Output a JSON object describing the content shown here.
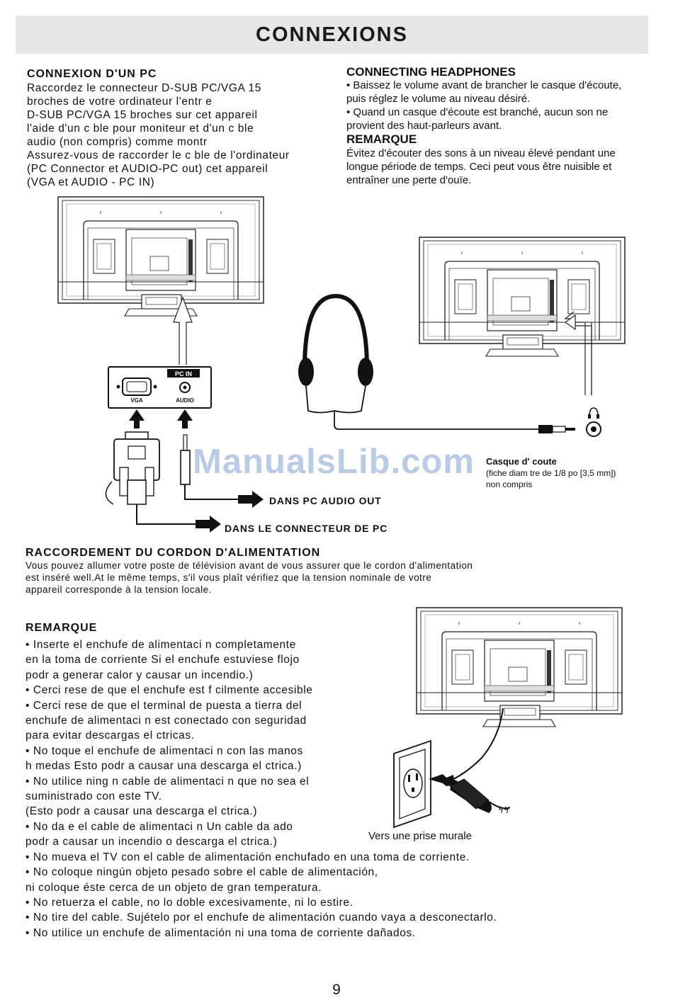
{
  "page": {
    "title": "CONNEXIONS",
    "page_number": "9"
  },
  "pc_connection": {
    "title": "CONNEXION D'UN PC",
    "lines": [
      "Raccordez le connecteur D-SUB PC/VGA 15",
      "broches de votre ordinateur l'entr e",
      "D-SUB PC/VGA 15 broches sur cet appareil",
      "l'aide d'un c ble pour moniteur et d'un c ble",
      "audio (non compris) comme montr",
      "Assurez-vous de raccorder le c ble de l'ordinateur",
      "(PC Connector et AUDIO-PC out) cet appareil",
      "(VGA et AUDIO - PC IN)"
    ],
    "panel_label": "PC IN",
    "vga_label": "VGA",
    "audio_label": "AUDIO",
    "callout_audio": "DANS PC AUDIO OUT",
    "callout_pc": "DANS LE CONNECTEUR DE PC"
  },
  "headphones": {
    "title": "CONNECTING HEADPHONES",
    "lines": [
      "• Baissez le volume avant de brancher le casque d'écoute,",
      "puis réglez le volume au niveau désiré.",
      "• Quand un casque d'écoute est branché, aucun son ne",
      "provient des haut-parleurs avant."
    ],
    "note_title": "REMARQUE",
    "note_lines": [
      "Évitez d'écouter des sons à un niveau élevé pendant une",
      "longue période de temps. Ceci peut vous être nuisible et",
      "entraîner une perte d'ouïe."
    ],
    "caption_title": "Casque d' coute",
    "caption_line1": "(fiche diam tre de 1/8 po [3,5 mm])",
    "caption_line2": "non compris"
  },
  "watermark": "ManualsLib.com",
  "power": {
    "title": "RACCORDEMENT DU CORDON D'ALIMENTATION",
    "lines": [
      "Vous pouvez allumer votre poste de télévision avant de vous assurer que le cordon d'alimentation",
      "est inséré well.At le même temps, s'il vous plaît vérifiez que la tension nominale de votre",
      "appareil corresponde à la tension locale."
    ],
    "wall_caption": "Vers une prise murale"
  },
  "note2": {
    "title": "REMARQUE",
    "lines": [
      "• Inserte el enchufe de alimentaci n completamente",
      "en la toma de corriente Si el enchufe estuviese flojo",
      "podr a generar calor y causar un incendio.)",
      "• Cerci rese de que el enchufe est f cilmente accesible",
      "• Cerci rese de que el terminal de puesta a tierra del",
      "enchufe de alimentaci n est conectado con seguridad",
      "para evitar descargas el ctricas.",
      "• No toque el enchufe de alimentaci n con las manos",
      "h medas Esto podr a causar una descarga el ctrica.)",
      "• No utilice ning n cable de alimentaci n que no sea el",
      "suministrado con este TV.",
      "(Esto podr a causar una descarga el ctrica.)",
      "• No da e el cable de alimentaci n Un cable da ado",
      "podr a causar un incendio o descarga el ctrica.)",
      "• No mueva el TV con el cable de alimentación enchufado en una toma de corriente.",
      "• No coloque ningún objeto pesado sobre el cable de alimentación,",
      "ni coloque éste cerca de un objeto de gran temperatura.",
      "• No retuerza el cable, no lo doble excesivamente, ni lo estire.",
      "• No tire del cable. Sujételo por el enchufe de alimentación cuando vaya a desconectarlo.",
      "• No utilice un enchufe de alimentación ni una toma de corriente dañados."
    ]
  }
}
